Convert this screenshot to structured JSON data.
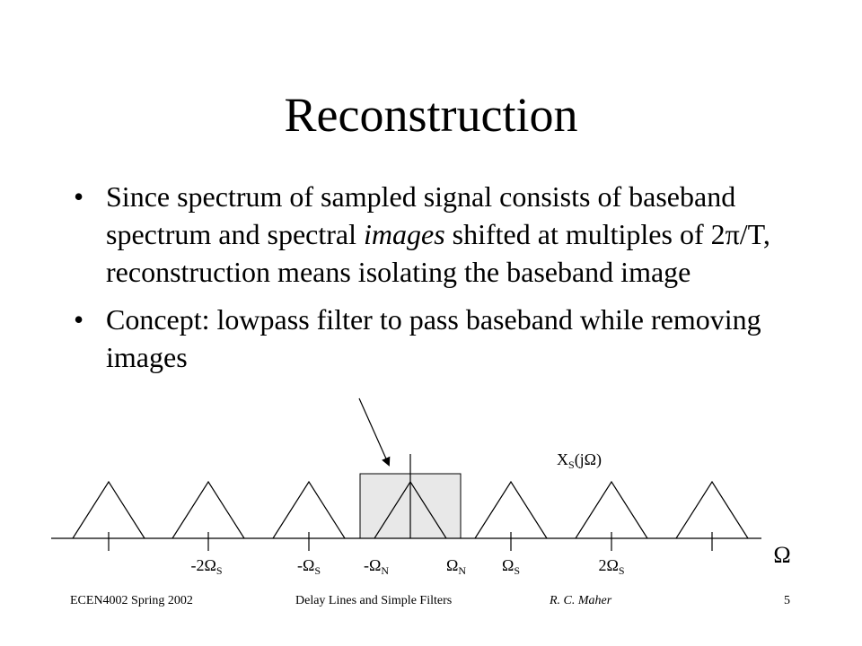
{
  "slide": {
    "title": "Reconstruction",
    "bullets": [
      {
        "segments": [
          {
            "text": "Since spectrum of sampled signal consists of baseband spectrum and spectral ",
            "italic": false
          },
          {
            "text": "images",
            "italic": true
          },
          {
            "text": " shifted at multiples of 2π/T, reconstruction means isolating the baseband image",
            "italic": false
          }
        ]
      },
      {
        "segments": [
          {
            "text": "Concept:  lowpass filter to pass baseband while removing images",
            "italic": false
          }
        ]
      }
    ],
    "bullet_symbol": "•"
  },
  "figure": {
    "spectrum_label": {
      "base": "X",
      "sub": "S",
      "rest": "(jΩ)"
    },
    "axis_label": "Ω",
    "tick_labels": [
      {
        "main": "-2Ω",
        "sub": "S"
      },
      {
        "main": "-Ω",
        "sub": "S"
      },
      {
        "main": "-Ω",
        "sub": "N"
      },
      {
        "main": "Ω",
        "sub": "N"
      },
      {
        "main": "Ω",
        "sub": "S"
      },
      {
        "main": "2Ω",
        "sub": "S"
      }
    ],
    "filter_fill": "#e8e8e8"
  },
  "footer": {
    "course": "ECEN4002 Spring 2002",
    "topic": "Delay Lines and Simple Filters",
    "author": "R. C. Maher",
    "page": "5"
  }
}
